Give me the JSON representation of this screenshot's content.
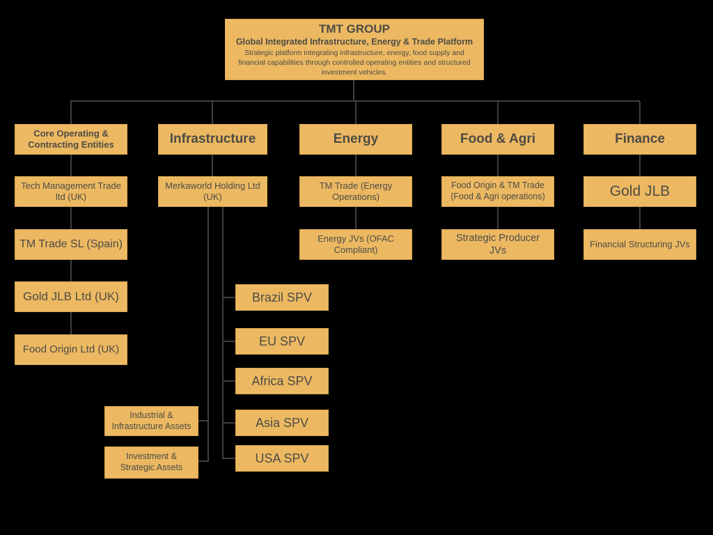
{
  "root": {
    "title": "TMT GROUP",
    "subtitle": "Global Integrated Infrastructure, Energy & Trade Platform",
    "description": "Strategic platform integrating infrastructure, energy, food supply and financial capabilities through controlled operating entities and structured investment vehicles."
  },
  "columns": {
    "core": {
      "header": "Core Operating & Contracting Entities",
      "items": [
        "Tech Management Trade ltd (UK)",
        "TM Trade SL (Spain)",
        "Gold JLB Ltd (UK)",
        "Food Origin Ltd (UK)"
      ]
    },
    "infrastructure": {
      "header": "Infrastructure",
      "holding": "Merkaworld Holding Ltd (UK)",
      "spvs": [
        "Brazil SPV",
        "EU SPV",
        "Africa SPV",
        "Asia SPV",
        "USA SPV"
      ],
      "assets": [
        "Industrial & Infrastructure Assets",
        "Investment & Strategic Assets"
      ]
    },
    "energy": {
      "header": "Energy",
      "items": [
        "TM Trade (Energy Operations)",
        "Energy JVs (OFAC Compliant)"
      ]
    },
    "food": {
      "header": "Food & Agri",
      "items": [
        "Food Origin & TM Trade (Food & Agri operations)",
        "Strategic Producer JVs"
      ]
    },
    "finance": {
      "header": "Finance",
      "items": [
        "Gold JLB",
        "Financial Structuring JVs"
      ]
    }
  },
  "colors": {
    "background": "#000000",
    "box_fill": "#ecb962",
    "box_border": "#d9a74f",
    "box_text": "#4e4b44",
    "connector": "#3d3f42"
  }
}
